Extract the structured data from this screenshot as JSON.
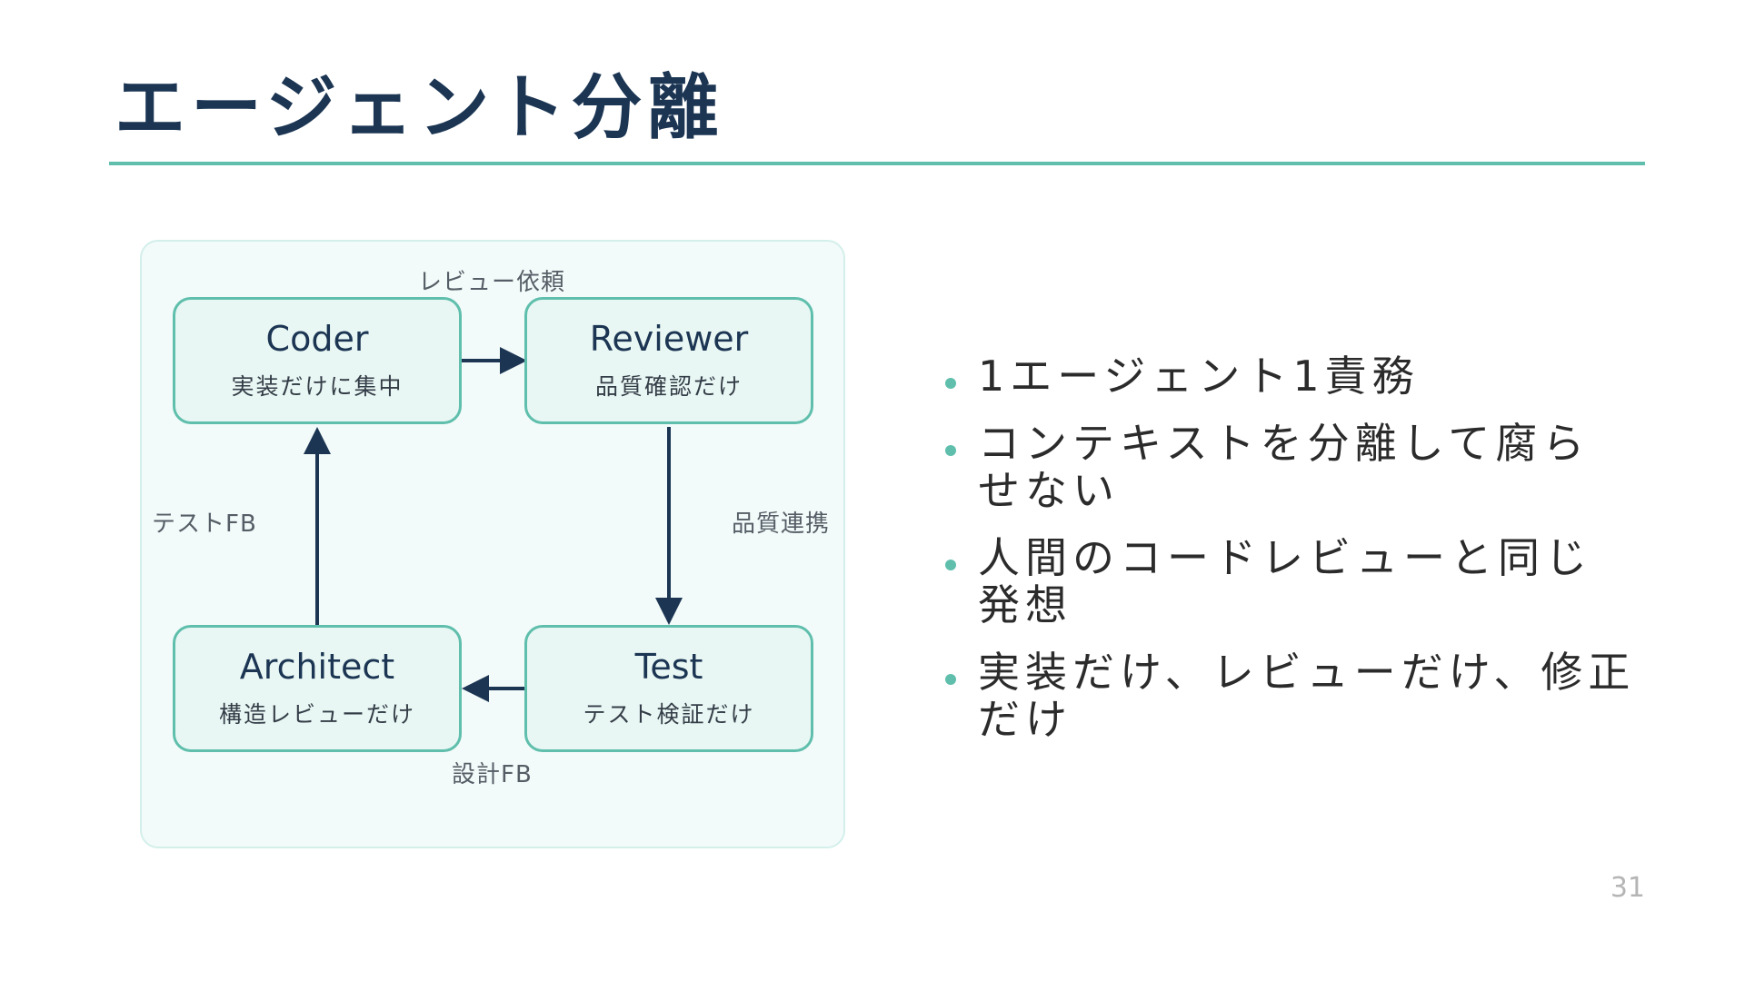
{
  "slide": {
    "title": "エージェント分離",
    "page_number": "31"
  },
  "diagram": {
    "nodes": {
      "coder": {
        "name": "Coder",
        "desc": "実装だけに集中"
      },
      "reviewer": {
        "name": "Reviewer",
        "desc": "品質確認だけ"
      },
      "architect": {
        "name": "Architect",
        "desc": "構造レビューだけ"
      },
      "test": {
        "name": "Test",
        "desc": "テスト検証だけ"
      }
    },
    "edges": {
      "coder_to_reviewer": "レビュー依頼",
      "reviewer_to_test": "品質連携",
      "test_to_architect": "設計FB",
      "architect_to_coder": "テストFB"
    },
    "colors": {
      "accent": "#5fbfac",
      "node_fill": "#e9f7f4",
      "arrow": "#1b3553",
      "panel_fill": "#f3fbfa"
    }
  },
  "bullets": [
    "1エージェント1責務",
    "コンテキストを分離して腐らせない",
    "人間のコードレビューと同じ発想",
    "実装だけ、レビューだけ、修正だけ"
  ]
}
